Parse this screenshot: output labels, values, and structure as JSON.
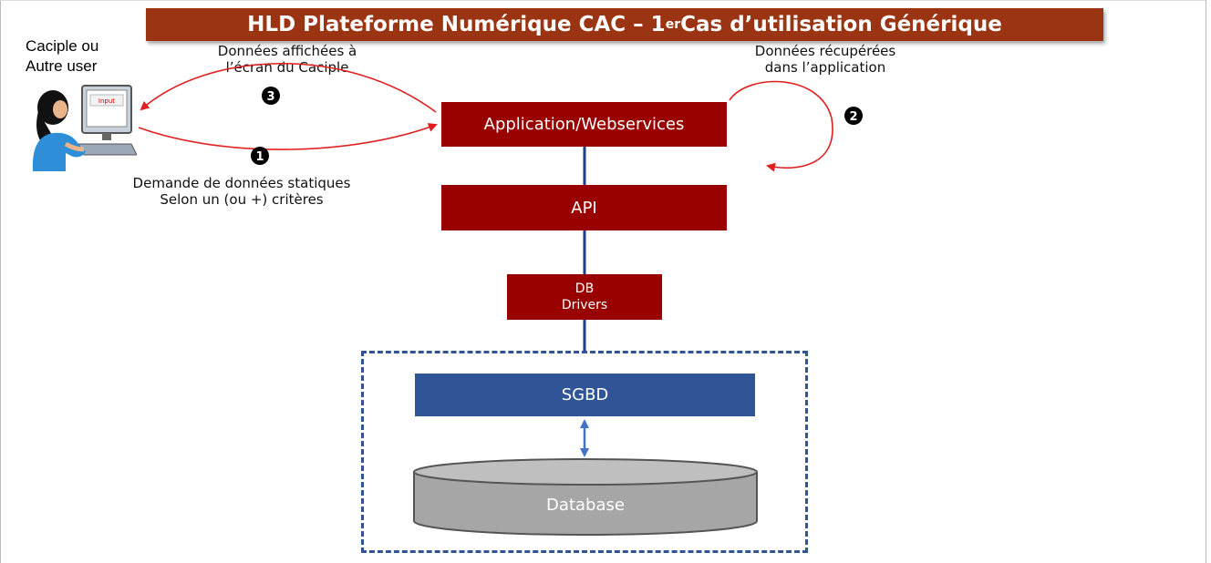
{
  "title": {
    "main": "HLD Plateforme Numérique CAC – 1",
    "superscript": "er",
    "rest": " Cas d’utilisation Générique"
  },
  "user": {
    "label_line1": "Caciple ou",
    "label_line2": "Autre user",
    "screen_text": "Input"
  },
  "annotations": {
    "step3_line1": "Données affichées à",
    "step3_line2": "l’écran du Caciple",
    "step2_line1": "Données récupérées",
    "step2_line2": "dans l’application",
    "step1_line1": "Demande de données statiques",
    "step1_line2": "Selon un (ou +) critères"
  },
  "steps": {
    "one": "1",
    "two": "2",
    "three": "3"
  },
  "components": {
    "app": "Application/Webservices",
    "api": "API",
    "drivers_line1": "DB",
    "drivers_line2": "Drivers",
    "sgbd": "SGBD",
    "database": "Database"
  },
  "colors": {
    "title_bg": "#9a3412",
    "box_red": "#990000",
    "box_blue": "#2f5597",
    "arrow_red": "#e02020",
    "connector": "#1f3c8c"
  }
}
